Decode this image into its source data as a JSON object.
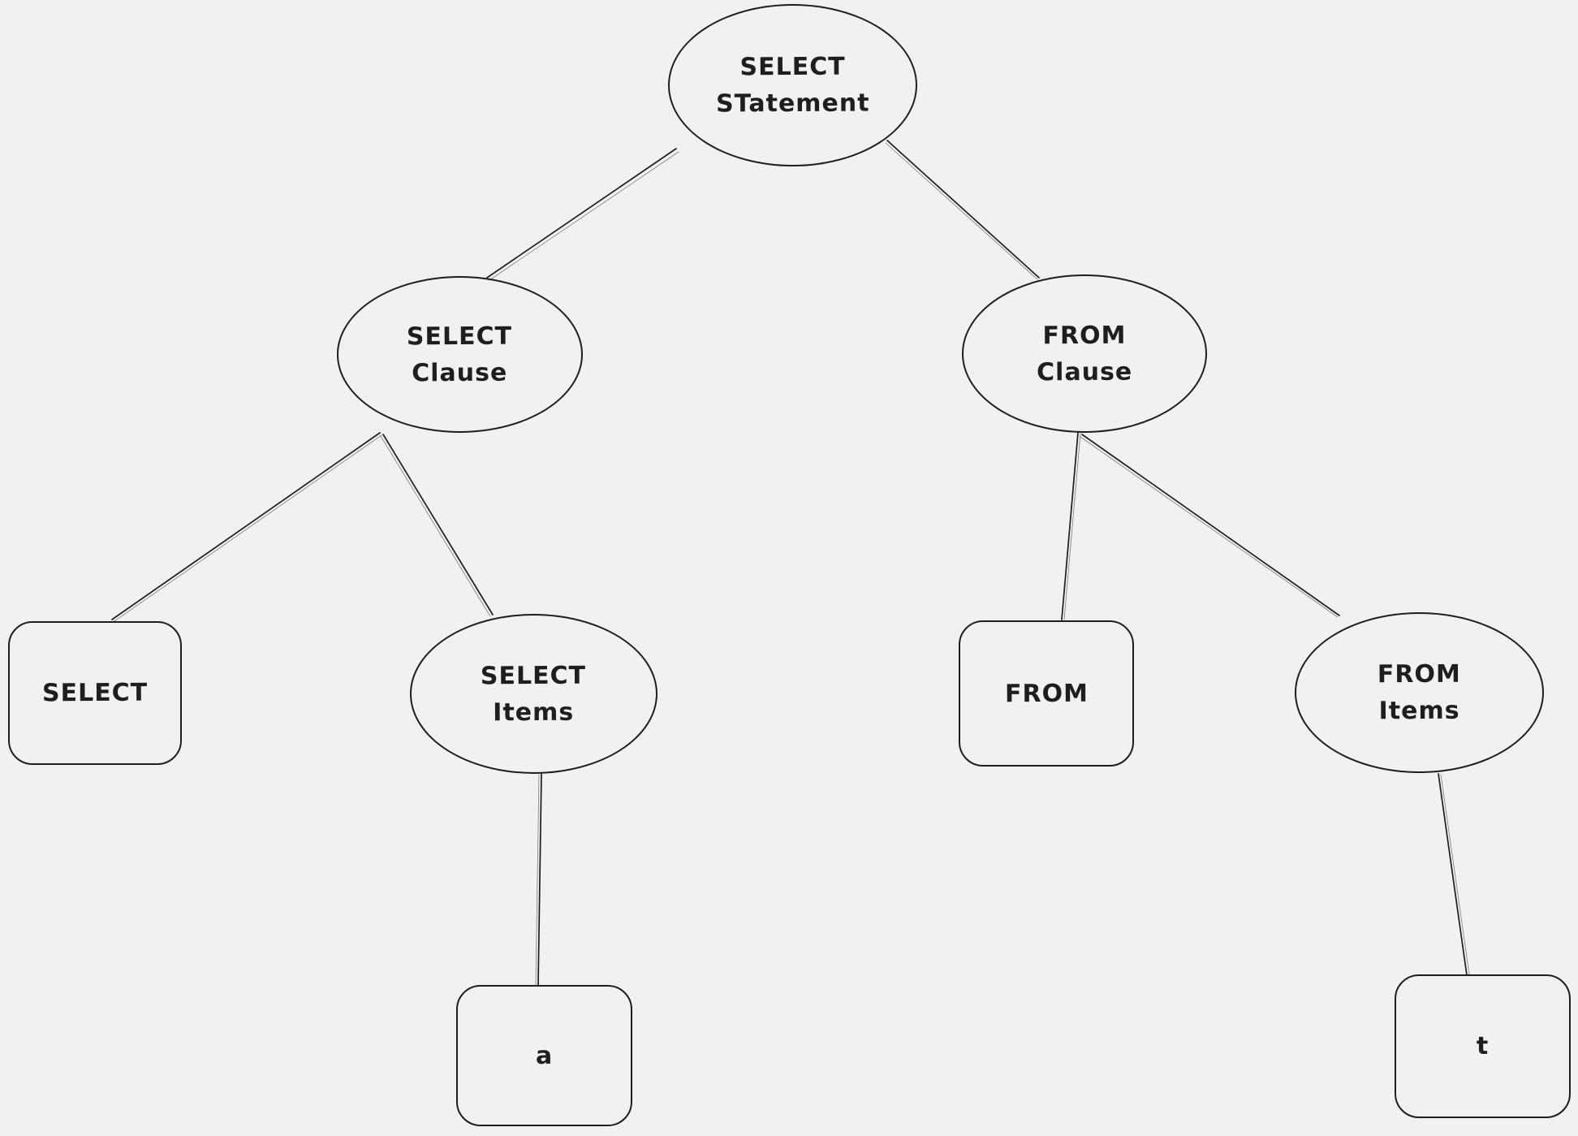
{
  "canvas": {
    "background_color": "#f0f1f2",
    "stroke_color": "#1e1e1e",
    "style": "hand-drawn sketch"
  },
  "diagram": {
    "type": "tree",
    "nodes": [
      {
        "id": "select-statement",
        "shape": "ellipse",
        "label": "SELECT\nSTatement"
      },
      {
        "id": "select-clause",
        "shape": "ellipse",
        "label": "SELECT\nClause"
      },
      {
        "id": "from-clause",
        "shape": "ellipse",
        "label": "FROM\nClause"
      },
      {
        "id": "select-keyword",
        "shape": "rectangle",
        "label": "SELECT"
      },
      {
        "id": "select-items",
        "shape": "ellipse",
        "label": "SELECT\nItems"
      },
      {
        "id": "from-keyword",
        "shape": "rectangle",
        "label": "FROM"
      },
      {
        "id": "from-items",
        "shape": "ellipse",
        "label": "FROM\nItems"
      },
      {
        "id": "item-a",
        "shape": "rectangle",
        "label": "a"
      },
      {
        "id": "item-t",
        "shape": "rectangle",
        "label": "t"
      }
    ],
    "edges": [
      {
        "from": "select-statement",
        "to": "select-clause"
      },
      {
        "from": "select-statement",
        "to": "from-clause"
      },
      {
        "from": "select-clause",
        "to": "select-keyword"
      },
      {
        "from": "select-clause",
        "to": "select-items"
      },
      {
        "from": "from-clause",
        "to": "from-keyword"
      },
      {
        "from": "from-clause",
        "to": "from-items"
      },
      {
        "from": "select-items",
        "to": "item-a"
      },
      {
        "from": "from-items",
        "to": "item-t"
      }
    ]
  }
}
